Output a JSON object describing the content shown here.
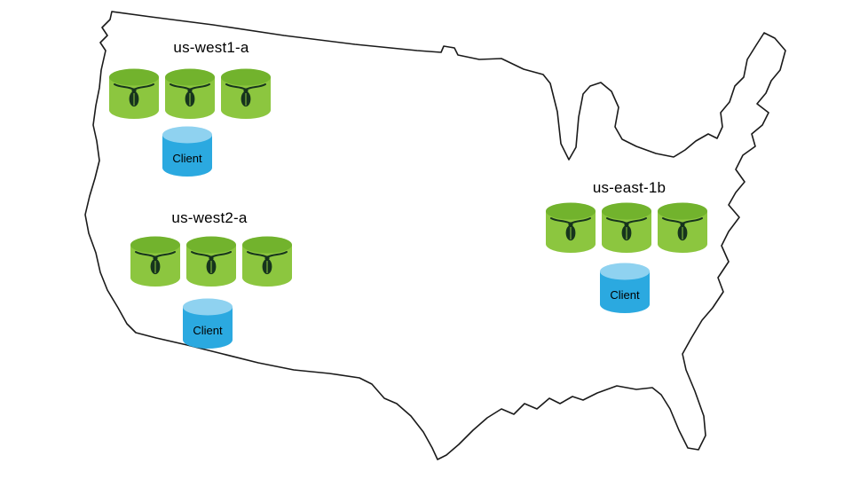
{
  "diagram": {
    "kind": "deployment-topology-diagram",
    "map_shape": "united-states-outline",
    "regions": [
      {
        "label": "us-west1-a",
        "node_count": 3,
        "client_label": "Client"
      },
      {
        "label": "us-west2-a",
        "node_count": 3,
        "client_label": "Client"
      },
      {
        "label": "us-east-1b",
        "node_count": 3,
        "client_label": "Client"
      }
    ],
    "colors": {
      "node_body": "#8cc63f",
      "node_top": "#72b32d",
      "bug": "#16341d",
      "client_body": "#2ba9e0",
      "client_top": "#8fd2f0",
      "map_stroke": "#1a1a1a",
      "map_fill": "#ffffff",
      "label_color": "#000000"
    }
  }
}
